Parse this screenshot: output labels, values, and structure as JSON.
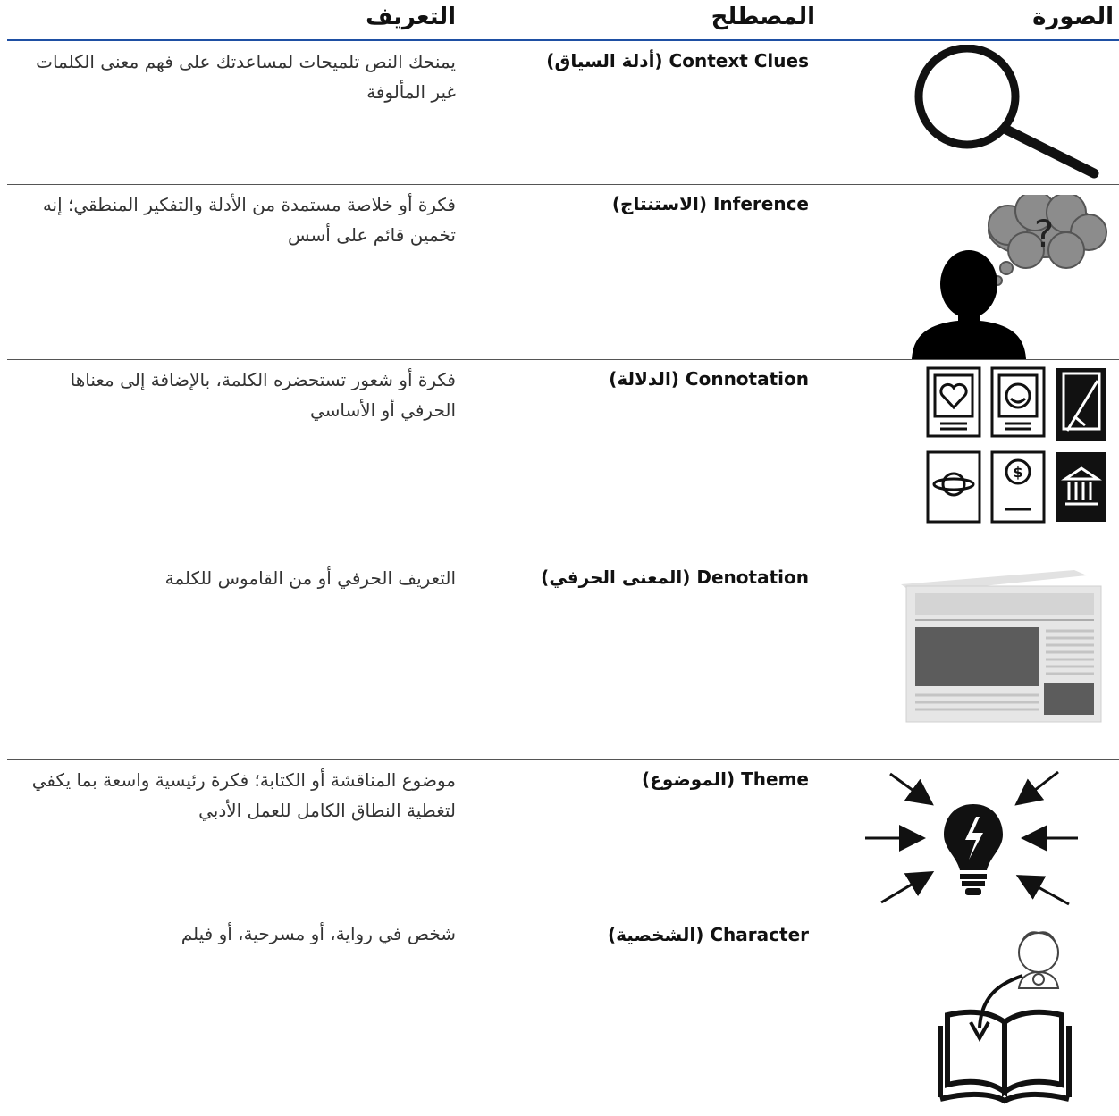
{
  "header": {
    "image": "الصورة",
    "term": "المصطلح",
    "definition": "التعريف"
  },
  "rows": [
    {
      "term": "Context Clues (أدلة السياق)",
      "definition": "يمنحك النص تلميحات لمساعدتك على فهم معنى الكلمات غير المألوفة",
      "icon": "magnifying-glass-icon"
    },
    {
      "term": "Inference (الاستنتاج)",
      "definition": "فكرة أو خلاصة مستمدة من الأدلة والتفكير المنطقي؛ إنه تخمين قائم على أسس",
      "icon": "thinking-person-icon",
      "bubble_text": "?"
    },
    {
      "term": "Connotation (الدلالة)",
      "definition": "فكرة أو شعور تستحضره الكلمة، بالإضافة إلى معناها الحرفي أو الأساسي",
      "icon": "book-genres-icon"
    },
    {
      "term": "Denotation (المعنى الحرفي)",
      "definition": "التعريف الحرفي أو من القاموس للكلمة",
      "icon": "newspaper-icon"
    },
    {
      "term": "Theme (الموضوع)",
      "definition": "موضوع المناقشة أو الكتابة؛ فكرة رئيسية واسعة بما يكفي لتغطية النطاق الكامل للعمل الأدبي",
      "icon": "lightbulb-arrows-icon"
    },
    {
      "term": "Character (الشخصية)",
      "definition": "شخص في رواية، أو مسرحية، أو فيلم",
      "icon": "character-book-icon"
    }
  ],
  "colors": {
    "header_rule": "#1e4fa3",
    "row_rule": "#555555",
    "text": "#333333"
  }
}
